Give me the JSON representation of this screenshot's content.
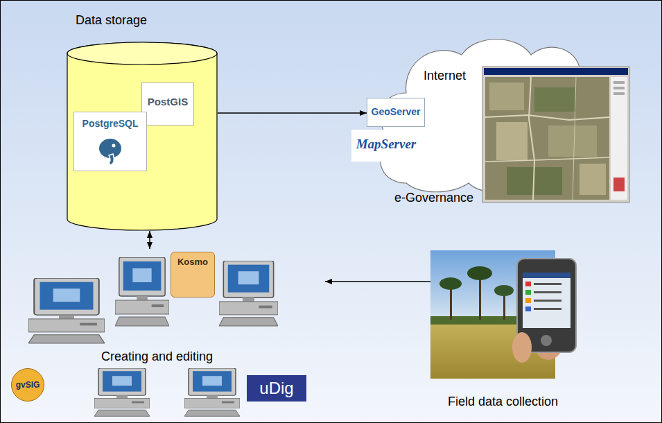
{
  "diagram": {
    "nodes": [
      {
        "text": [
          "Data storage"
        ]
      },
      {
        "text": [
          "PostGIS"
        ],
        "in": 0
      },
      {
        "text": [
          "PostgreSQL"
        ],
        "in": 0
      },
      {
        "text": [
          "Internet"
        ]
      },
      {
        "text": [
          "GeoServer"
        ]
      },
      {
        "text": [
          "MapServer"
        ]
      },
      {
        "text": [
          "Creating and editing"
        ]
      },
      {
        "text": [
          "Kosmo"
        ],
        "in": 6
      },
      {
        "text": [
          "gvSIG"
        ],
        "in": 6
      },
      {
        "text": [
          "uDig"
        ],
        "in": 6
      },
      {
        "text": [
          "Field data collection"
        ]
      }
    ],
    "edges": [
      {
        "from": 0,
        "to": 4,
        "arrow": "to"
      },
      {
        "from": 0,
        "to": 6,
        "arrow": "both"
      },
      {
        "from": 10,
        "to": 6,
        "arrow": "to"
      }
    ],
    "labels": [
      "e-Governance"
    ]
  }
}
